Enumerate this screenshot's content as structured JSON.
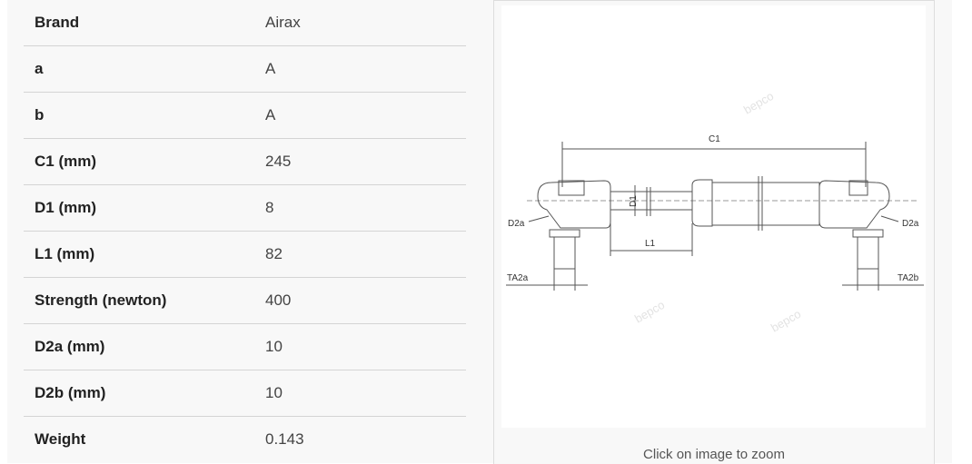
{
  "specs": [
    {
      "label": "Brand",
      "value": "Airax"
    },
    {
      "label": "a",
      "value": "A"
    },
    {
      "label": "b",
      "value": "A"
    },
    {
      "label": "C1 (mm)",
      "value": "245"
    },
    {
      "label": "D1 (mm)",
      "value": "8"
    },
    {
      "label": "L1 (mm)",
      "value": "82"
    },
    {
      "label": "Strength (newton)",
      "value": "400"
    },
    {
      "label": "D2a (mm)",
      "value": "10"
    },
    {
      "label": "D2b (mm)",
      "value": "10"
    },
    {
      "label": "Weight",
      "value": "0.143"
    }
  ],
  "diagram": {
    "c1": "C1",
    "d1": "D1",
    "l1": "L1",
    "d2a_left": "D2a",
    "d2a_right": "D2a",
    "ta2a": "TA2a",
    "ta2b": "TA2b",
    "watermark": "bepco"
  },
  "caption": "Click on image to zoom"
}
